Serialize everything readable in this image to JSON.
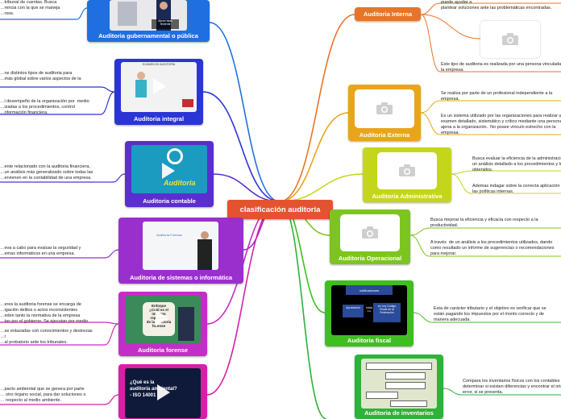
{
  "center": {
    "label": "clasificación auditoria"
  },
  "right": [
    {
      "title": "Auditoria Interna",
      "color": "#e8742a",
      "notes": [
        "puede ayudar a\nplantear soluciones ante las problemáticas encontradas.",
        "Este tipo de auditoria es realizada por una persona vinculada a\nla empresa."
      ]
    },
    {
      "title": "Auditoria Externa",
      "color": "#e9a51a",
      "notes": [
        "Se realiza por parte de un profesional independiente a la\nempresa.",
        "Es un sistema utilizado por las organizaciones para realizar un\nexamen detallado, sistemático y crítico mediante una persona\najena a la organización.  No posee vínculo estrecho con la\nempresa."
      ]
    },
    {
      "title": "Auditoria Administrativa",
      "color": "#c4d61a",
      "notes": [
        "Busca evaluar la eficiencia de la administración, realizando\nun análisis detallado a los procedimientos y los resultados\nobtenidos.",
        "Ademas indagar sobre la correcta aplicación de\nlas políticas internas."
      ]
    },
    {
      "title": "Auditoria Operacional",
      "color": "#7dc51e",
      "notes": [
        "Busca mejorar la eficiencia y eficacia con respecto a la\nproductividad.",
        "A través  de un análisis a los procedimientos utilizados, dando\ncomo resultado un informe de sugerencias o recomendaciones\npara mejorar."
      ]
    },
    {
      "title": "Auditoria fiscal",
      "color": "#3fbf1f",
      "thumb_text": [
        "notificaciones",
        "Aprobación",
        "Inicia Lo",
        "en Ley Código\nFiscal de la\nFederación"
      ],
      "notes": [
        "Esta de carácter tributario y el objetivo es verificar que se\nestán pagando los impuestos por el monto correcto y de\nmanera adecuada."
      ]
    },
    {
      "title": "Auditoria de inventarios",
      "color": "#2db339",
      "notes": [
        "Compara los inventarios físicos con los contables para\ndeterminar si existen diferencias y encontrar el origen del\nerror, si se presenta."
      ]
    }
  ],
  "left": [
    {
      "title": "Auditoria gubernamental o pública",
      "color": "#1f6fe0",
      "thumb_text": "Alexei Islas\nTeniente",
      "notes": [
        "…tribunal de cuentas. Busca\n…rencia con la que se maneja\n…rsos."
      ]
    },
    {
      "title": "Auditoria integral",
      "color": "#2b35d4",
      "thumb_text": "EXÁMEN DE AUDITORÍA",
      "notes": [
        "…ne distintos tipos de auditoria para\n…más global sobre varios aspectos de la",
        "…l desempeño de la organización por  medio\n…izadas a los procedimientos, control\n…nformación financiera."
      ]
    },
    {
      "title": "Auditoria contable",
      "color": "#5a2ed0",
      "thumb_text": "Auditoría",
      "notes": [
        "…ente relacionado con la auditoria financiera,\n…un análisis más generalizado sobre todas las\n…ervienen en la contabilidad de una empresa."
      ]
    },
    {
      "title": "Auditoria de sistemas o informática",
      "color": "#9b2fce",
      "thumb_text": "Auditoría Forense",
      "notes": [
        "…eva a cabo para evaluar la seguridad y\n…emas informáticos en una empresa."
      ]
    },
    {
      "title": "Auditoria forense",
      "color": "#c42ec8",
      "thumb_text": "Enfoque\n¿Cuál es el\nimpacto\nreportado\nde la auditoría\nforense",
      "notes": [
        "…eres la auditoria forense se encarga de\n…igación delitos o actos inconsistentes\n…eden tanto la normativa de la empresa\n…tas por el gobierno. Se ejecutan por medio",
        "…se enlazadas con conocimientos y destrezas\n…r\n…al probatorio ante los tribunales."
      ]
    },
    {
      "title": "",
      "color": "#d91fa8",
      "thumb_text": "¿Qué es la\nauditoría ambiental?\n- ISO 14001",
      "notes": [
        "…pacto ambiental que se genera por parte\n… otro órgano social, para dar soluciones o\n… respecto al medio ambiente."
      ]
    }
  ]
}
